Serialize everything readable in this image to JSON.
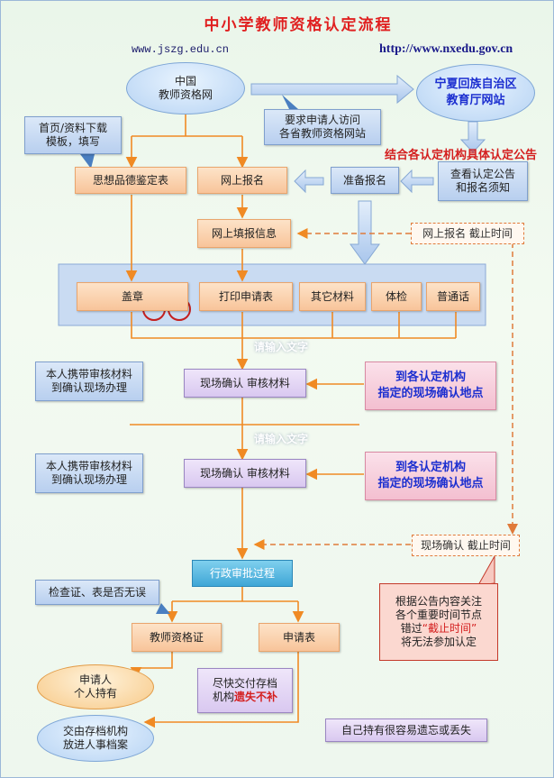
{
  "title": "中小学教师资格认定流程",
  "url_left": "www.jszg.edu.cn",
  "url_right": "http://www.nxedu.gov.cn",
  "nodes": {
    "china_site": "中国\n教师资格网",
    "ningxia": "宁夏回族自治区\n教育厅网站",
    "visit_callout": "要求申请人访问\n各省教师资格网站",
    "download_callout": "首页/资料下载\n模板，填写",
    "combine_note": "结合各认定机构具体认定公告",
    "moral": "思想品德鉴定表",
    "online_reg": "网上报名",
    "prepare": "准备报名",
    "notice": "查看认定公告\n和报名须知",
    "fill_info": "网上填报信息",
    "reg_deadline": "网上报名 截止时间",
    "stamp": "盖章",
    "print": "打印申请表",
    "other": "其它材料",
    "physical": "体检",
    "mandarin": "普通话",
    "placeholder1": "请输入文字",
    "carry1": "本人携带审核材料\n到确认现场办理",
    "confirm1": "现场确认  审核材料",
    "site1": "到各认定机构\n指定的现场确认地点",
    "placeholder2": "请输入文字",
    "carry2": "本人携带审核材料\n到确认现场办理",
    "confirm2": "现场确认  审核材料",
    "site2": "到各认定机构\n指定的现场确认地点",
    "confirm_deadline": "现场确认  截止时间",
    "admin": "行政审批过程",
    "check_note": "检查证、表是否无误",
    "cert": "教师资格证",
    "form": "申请表",
    "holder": "申请人\n个人持有",
    "archive_callout_a": "尽快交付存档\n机构",
    "archive_callout_b": "遗失不补",
    "archive": "交由存档机构\n放进人事档案",
    "deadline_warn_a": "根据公告内容关注\n各个重要时间节点\n错过",
    "deadline_warn_b": "“截止时间”",
    "deadline_warn_c": "\n将无法参加认定",
    "lose_note": "自己持有很容易遗忘或丢失"
  },
  "colors": {
    "title": "#e02020",
    "flow_line": "#f08a24",
    "deadline_line": "#e07a3a",
    "highlight": "#1c2fd0",
    "warning": "#d41f1f"
  }
}
